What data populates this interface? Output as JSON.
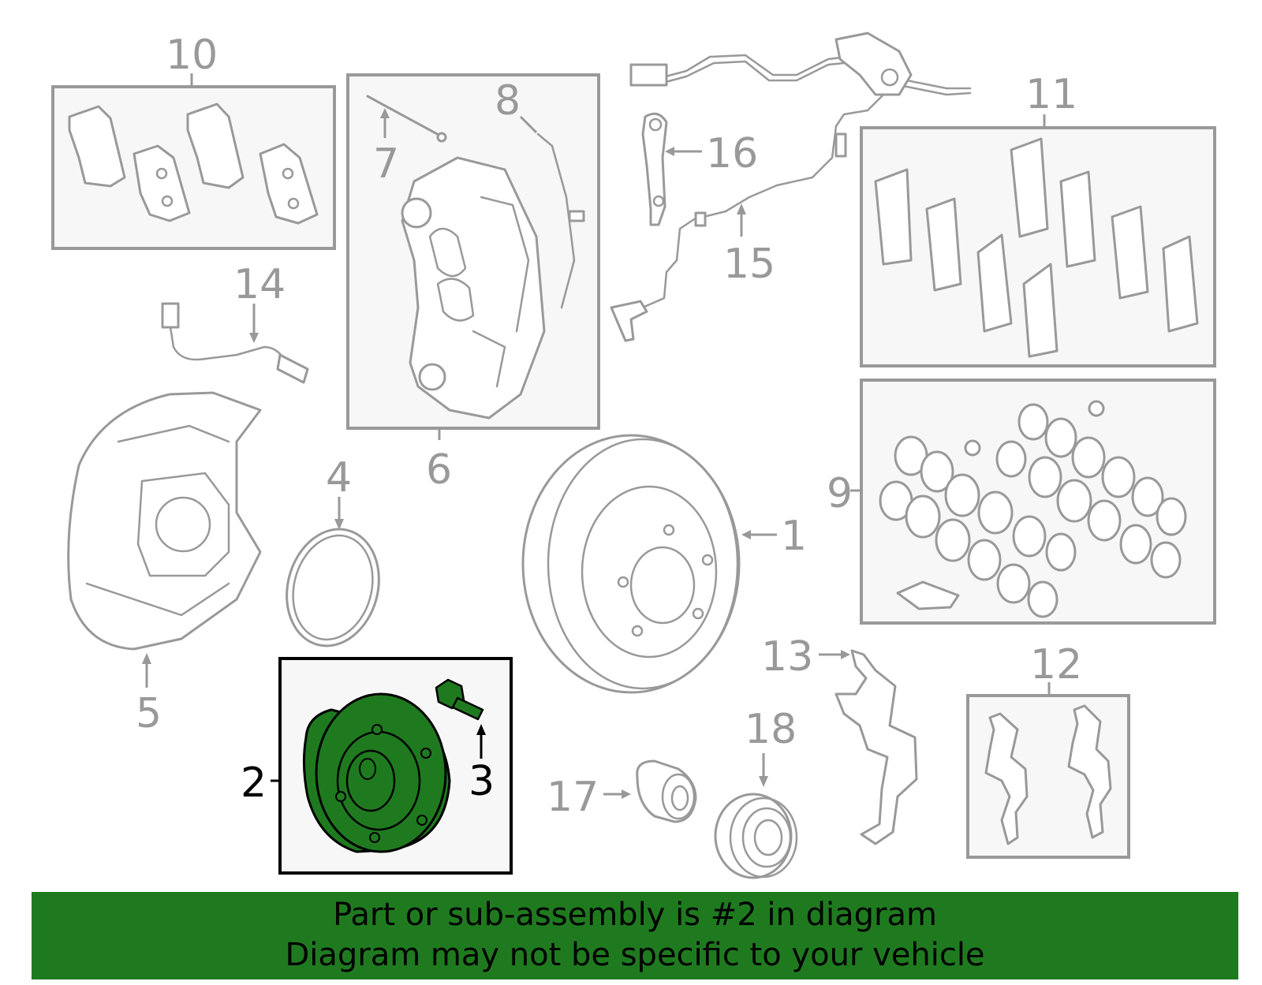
{
  "callouts": {
    "c1": "1",
    "c2": "2",
    "c3": "3",
    "c4": "4",
    "c5": "5",
    "c6": "6",
    "c7": "7",
    "c8": "8",
    "c9": "9",
    "c10": "10",
    "c11": "11",
    "c12": "12",
    "c13": "13",
    "c14": "14",
    "c15": "15",
    "c16": "16",
    "c17": "17",
    "c18": "18"
  },
  "highlighted_part": "2",
  "colors": {
    "highlight": "#1f7a1f",
    "outline": "#999999",
    "box_fill": "#f7f7f7",
    "banner": "#1f7a1f"
  },
  "banner": {
    "line1": "Part or sub-assembly is #2 in diagram",
    "line2": "Diagram may not be specific to your vehicle"
  }
}
